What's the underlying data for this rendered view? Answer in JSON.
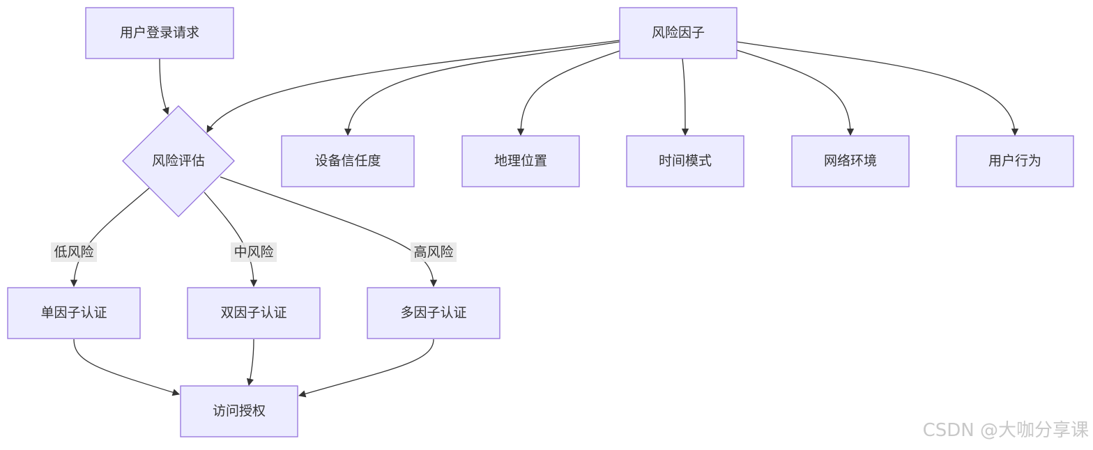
{
  "nodes": {
    "login_request": "用户登录请求",
    "risk_factors": "风险因子",
    "risk_assessment": "风险评估",
    "device_trust": "设备信任度",
    "geo_location": "地理位置",
    "time_pattern": "时间模式",
    "network_env": "网络环境",
    "user_behavior": "用户行为",
    "single_factor": "单因子认证",
    "two_factor": "双因子认证",
    "multi_factor": "多因子认证",
    "access_grant": "访问授权"
  },
  "edge_labels": {
    "low_risk": "低风险",
    "medium_risk": "中风险",
    "high_risk": "高风险"
  },
  "watermark": "CSDN @大咖分享课",
  "colors": {
    "node_fill": "#ececff",
    "node_stroke": "#9370db",
    "edge": "#333333",
    "edge_label_bg": "#e8e8e8"
  }
}
